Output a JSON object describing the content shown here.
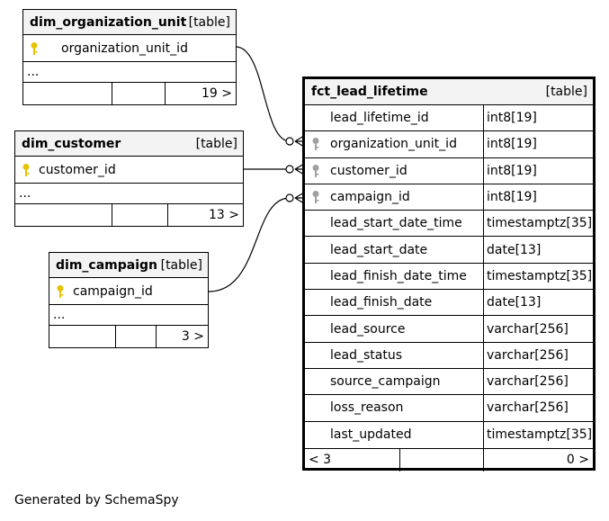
{
  "dim_organization_unit": {
    "name": "dim_organization_unit",
    "kind": "[table]",
    "column": "organization_unit_id",
    "ellipsis": "...",
    "child_count": "19 >"
  },
  "dim_customer": {
    "name": "dim_customer",
    "kind": "[table]",
    "column": "customer_id",
    "ellipsis": "...",
    "child_count": "13 >"
  },
  "dim_campaign": {
    "name": "dim_campaign",
    "kind": "[table]",
    "column": "campaign_id",
    "ellipsis": "...",
    "child_count": "3 >"
  },
  "fct_lead_lifetime": {
    "name": "fct_lead_lifetime",
    "kind": "[table]",
    "columns": [
      {
        "name": "lead_lifetime_id",
        "type": "int8[19]",
        "icon": "none"
      },
      {
        "name": "organization_unit_id",
        "type": "int8[19]",
        "icon": "foreign-key-icon"
      },
      {
        "name": "customer_id",
        "type": "int8[19]",
        "icon": "foreign-key-icon"
      },
      {
        "name": "campaign_id",
        "type": "int8[19]",
        "icon": "foreign-key-icon"
      },
      {
        "name": "lead_start_date_time",
        "type": "timestamptz[35]",
        "icon": "none"
      },
      {
        "name": "lead_start_date",
        "type": "date[13]",
        "icon": "none"
      },
      {
        "name": "lead_finish_date_time",
        "type": "timestamptz[35]",
        "icon": "none"
      },
      {
        "name": "lead_finish_date",
        "type": "date[13]",
        "icon": "none"
      },
      {
        "name": "lead_source",
        "type": "varchar[256]",
        "icon": "none"
      },
      {
        "name": "lead_status",
        "type": "varchar[256]",
        "icon": "none"
      },
      {
        "name": "source_campaign",
        "type": "varchar[256]",
        "icon": "none"
      },
      {
        "name": "loss_reason",
        "type": "varchar[256]",
        "icon": "none"
      },
      {
        "name": "last_updated",
        "type": "timestamptz[35]",
        "icon": "none"
      }
    ],
    "parent_count": "< 3",
    "child_count": "0 >"
  },
  "footer": {
    "generated_by": "Generated by SchemaSpy"
  },
  "colors": {
    "header_bg": "#f3f3f3",
    "primary_key": "#e6c200",
    "foreign_key": "#a0a0a0"
  }
}
